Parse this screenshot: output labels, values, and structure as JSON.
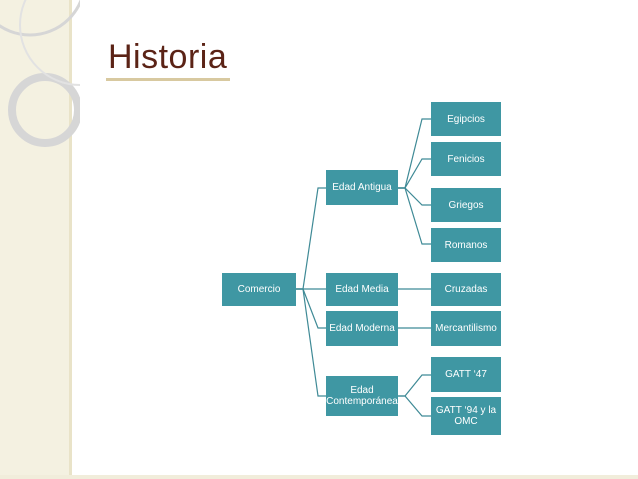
{
  "title": "Historia",
  "colors": {
    "title": "#5b2316",
    "node": "#3f97a3",
    "connector": "#3f8a96",
    "sidebar": "#f4f1e1"
  },
  "diagram": {
    "root": "Comercio",
    "branches": [
      {
        "label": "Edad Antigua",
        "children": [
          "Egipcios",
          "Fenicios",
          "Griegos",
          "Romanos"
        ]
      },
      {
        "label": "Edad Media",
        "children": [
          "Cruzadas"
        ]
      },
      {
        "label": "Edad Moderna",
        "children": [
          "Mercantilismo"
        ]
      },
      {
        "label": "Edad Contemporánea",
        "children": [
          "GATT ‘47",
          "GATT ‘94 y la OMC"
        ]
      }
    ]
  }
}
